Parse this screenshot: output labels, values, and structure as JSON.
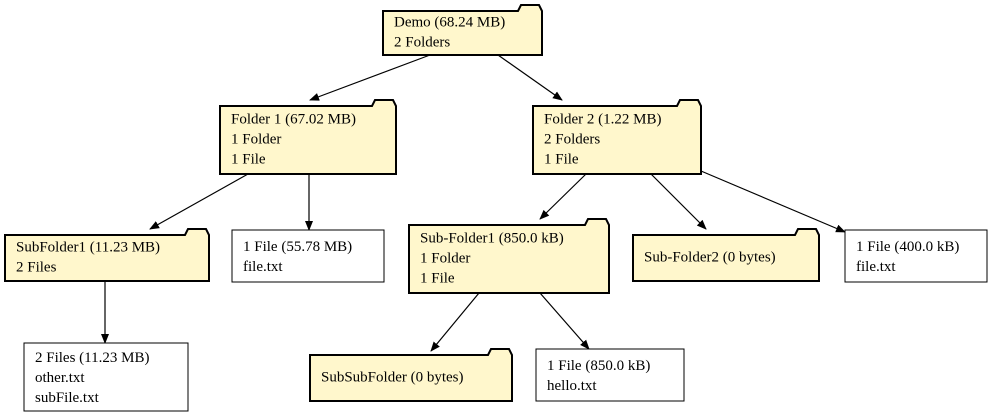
{
  "colors": {
    "folder_fill": "#fff7cc",
    "folder_stroke": "#000000",
    "file_fill": "#ffffff",
    "edge": "#000000"
  },
  "nodes": [
    {
      "id": "demo",
      "kind": "folder",
      "lines": [
        "Demo (68.24 MB)",
        "2 Folders"
      ]
    },
    {
      "id": "folder1",
      "kind": "folder",
      "lines": [
        "Folder 1 (67.02 MB)",
        "1 Folder",
        "1 File"
      ]
    },
    {
      "id": "folder2",
      "kind": "folder",
      "lines": [
        "Folder 2 (1.22 MB)",
        "2 Folders",
        "1 File"
      ]
    },
    {
      "id": "subfolder1",
      "kind": "folder",
      "lines": [
        "SubFolder1 (11.23 MB)",
        "2 Files"
      ]
    },
    {
      "id": "folder1-files",
      "kind": "file",
      "lines": [
        "1 File (55.78 MB)",
        "file.txt"
      ]
    },
    {
      "id": "sub-folder1",
      "kind": "folder",
      "lines": [
        "Sub-Folder1 (850.0 kB)",
        "1 Folder",
        "1 File"
      ]
    },
    {
      "id": "sub-folder2",
      "kind": "folder",
      "lines": [
        "Sub-Folder2 (0 bytes)"
      ]
    },
    {
      "id": "folder2-files",
      "kind": "file",
      "lines": [
        "1 File (400.0 kB)",
        "file.txt"
      ]
    },
    {
      "id": "subfolder1-files",
      "kind": "file",
      "lines": [
        "2 Files (11.23 MB)",
        "other.txt",
        "subFile.txt"
      ]
    },
    {
      "id": "subsubfolder",
      "kind": "folder",
      "lines": [
        "SubSubFolder (0 bytes)"
      ]
    },
    {
      "id": "sub-folder1-files",
      "kind": "file",
      "lines": [
        "1 File (850.0 kB)",
        "hello.txt"
      ]
    }
  ],
  "edges": [
    {
      "from": "demo",
      "to": "folder1"
    },
    {
      "from": "demo",
      "to": "folder2"
    },
    {
      "from": "folder1",
      "to": "subfolder1"
    },
    {
      "from": "folder1",
      "to": "folder1-files"
    },
    {
      "from": "folder2",
      "to": "sub-folder1"
    },
    {
      "from": "folder2",
      "to": "sub-folder2"
    },
    {
      "from": "folder2",
      "to": "folder2-files"
    },
    {
      "from": "subfolder1",
      "to": "subfolder1-files"
    },
    {
      "from": "sub-folder1",
      "to": "subsubfolder"
    },
    {
      "from": "sub-folder1",
      "to": "sub-folder1-files"
    }
  ]
}
